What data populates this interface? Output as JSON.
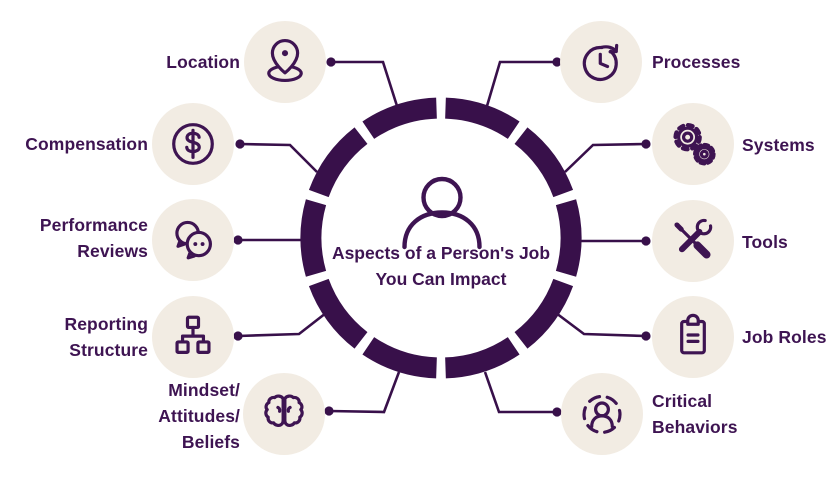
{
  "diagram_title": {
    "line1": "Aspects of a Person's Job",
    "line2": "You Can Impact"
  },
  "center": {
    "icon": "person-icon"
  },
  "colors": {
    "ink": "#3e1452",
    "ring": "#38104a",
    "bubble_fill": "#f2ece3",
    "background": "#ffffff"
  },
  "nodes": [
    {
      "label": "Location",
      "icon": "location-pin-icon",
      "side": "left"
    },
    {
      "label": "Compensation",
      "icon": "dollar-coin-icon",
      "side": "left"
    },
    {
      "label": "Performance\nReviews",
      "icon": "chat-bubbles-icon",
      "side": "left"
    },
    {
      "label": "Reporting\nStructure",
      "icon": "org-chart-icon",
      "side": "left"
    },
    {
      "label": "Mindset/\nAttitudes/\nBeliefs",
      "icon": "brain-icon",
      "side": "left"
    },
    {
      "label": "Processes",
      "icon": "clock-refresh-icon",
      "side": "right"
    },
    {
      "label": "Systems",
      "icon": "gears-icon",
      "side": "right"
    },
    {
      "label": "Tools",
      "icon": "tools-icon",
      "side": "right"
    },
    {
      "label": "Job Roles",
      "icon": "clipboard-icon",
      "side": "right"
    },
    {
      "label": "Critical\nBehaviors",
      "icon": "person-target-icon",
      "side": "right"
    }
  ]
}
